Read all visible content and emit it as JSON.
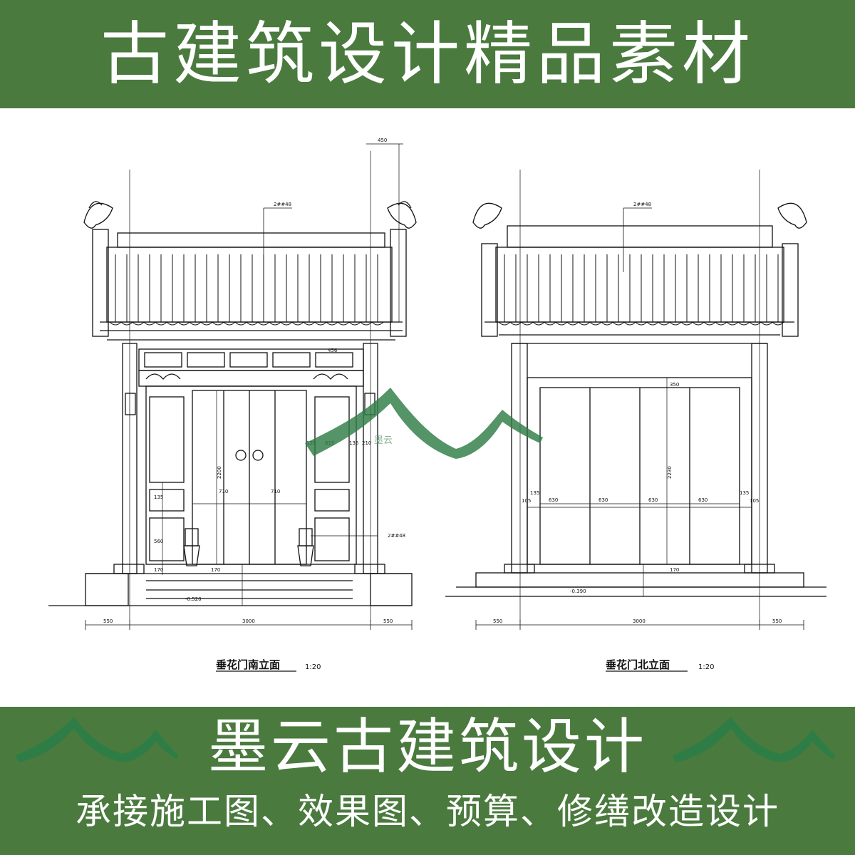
{
  "banner_top": {
    "title": "古建筑设计精品素材"
  },
  "drawing": {
    "south": {
      "caption": "垂花门南立面",
      "scale": "1:20",
      "dims": {
        "left_bay": "550",
        "center": "3000",
        "right_bay": "550",
        "door_height": "2200",
        "door_leaf_left": "710",
        "door_leaf_right": "710",
        "top_offset": "450",
        "panel_w": "456",
        "side_a": "135",
        "side_b": "615",
        "side_c": "135",
        "side_d": "210",
        "low_a": "135",
        "low_b": "560",
        "low_c": "170",
        "low_d": "170",
        "level": "-0.520",
        "note": "2##48"
      }
    },
    "north": {
      "caption": "垂花门北立面",
      "scale": "1:20",
      "dims": {
        "left_bay": "550",
        "center": "3000",
        "right_bay": "550",
        "door_height": "2230",
        "panel_1": "630",
        "panel_2": "630",
        "panel_3": "630",
        "panel_4": "630",
        "edge_l": "135",
        "edge_r": "135",
        "edge_l2": "105",
        "edge_r2": "105",
        "top_gap": "350",
        "low": "170",
        "level": "-0.390",
        "note": "2##48"
      }
    },
    "watermark_text": "墨云"
  },
  "banner_bottom": {
    "brand": "墨云古建筑设计",
    "services": "承接施工图、效果图、预算、修缮改造设计"
  },
  "colors": {
    "banner": "#4a7a3e",
    "watermark": "#2e7d46",
    "line": "#111111"
  }
}
